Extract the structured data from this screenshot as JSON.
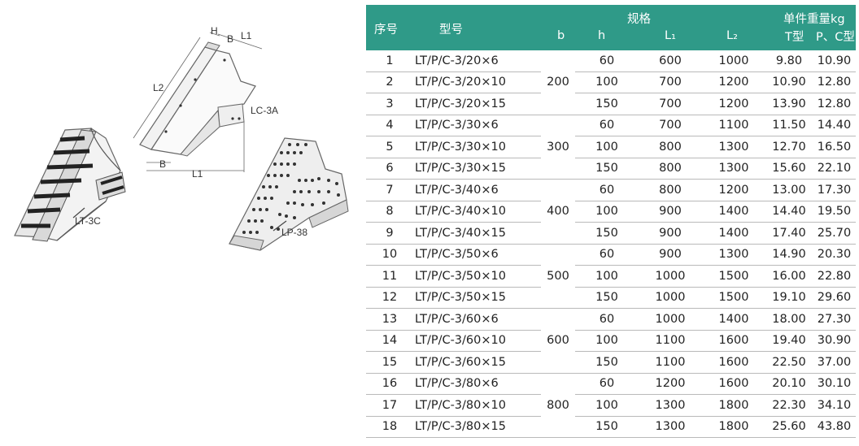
{
  "figure": {
    "labels": {
      "h": "H",
      "b_top": "B",
      "l1_top": "L1",
      "l2": "L2",
      "b_bottom": "B",
      "l1_bottom": "L1",
      "lc": "LC-3A",
      "lt": "LT-3C",
      "lp": "LP-38"
    }
  },
  "table": {
    "header": {
      "no": "序号",
      "model": "型号",
      "spec": "规格",
      "b": "b",
      "h": "h",
      "l1": "L₁",
      "l2": "L₂",
      "weight": "单件重量kg",
      "t_type": "T型",
      "pc_type": "P、C型"
    },
    "groups": [
      {
        "b": "200",
        "rows": [
          {
            "no": "1",
            "model": "LT/P/C-3/20×6",
            "h": "60",
            "l1": "600",
            "l2": "1000",
            "t": "9.80",
            "pc": "10.90"
          },
          {
            "no": "2",
            "model": "LT/P/C-3/20×10",
            "h": "100",
            "l1": "700",
            "l2": "1200",
            "t": "10.90",
            "pc": "12.80"
          },
          {
            "no": "3",
            "model": "LT/P/C-3/20×15",
            "h": "150",
            "l1": "700",
            "l2": "1200",
            "t": "13.90",
            "pc": "12.80"
          }
        ]
      },
      {
        "b": "300",
        "rows": [
          {
            "no": "4",
            "model": "LT/P/C-3/30×6",
            "h": "60",
            "l1": "700",
            "l2": "1100",
            "t": "11.50",
            "pc": "14.40"
          },
          {
            "no": "5",
            "model": "LT/P/C-3/30×10",
            "h": "100",
            "l1": "800",
            "l2": "1300",
            "t": "12.70",
            "pc": "16.50"
          },
          {
            "no": "6",
            "model": "LT/P/C-3/30×15",
            "h": "150",
            "l1": "800",
            "l2": "1300",
            "t": "15.60",
            "pc": "22.10"
          }
        ]
      },
      {
        "b": "400",
        "rows": [
          {
            "no": "7",
            "model": "LT/P/C-3/40×6",
            "h": "60",
            "l1": "800",
            "l2": "1200",
            "t": "13.00",
            "pc": "17.30"
          },
          {
            "no": "8",
            "model": "LT/P/C-3/40×10",
            "h": "100",
            "l1": "900",
            "l2": "1400",
            "t": "14.40",
            "pc": "19.50"
          },
          {
            "no": "9",
            "model": "LT/P/C-3/40×15",
            "h": "150",
            "l1": "900",
            "l2": "1400",
            "t": "17.40",
            "pc": "25.70"
          }
        ]
      },
      {
        "b": "500",
        "rows": [
          {
            "no": "10",
            "model": "LT/P/C-3/50×6",
            "h": "60",
            "l1": "900",
            "l2": "1300",
            "t": "14.90",
            "pc": "20.30"
          },
          {
            "no": "11",
            "model": "LT/P/C-3/50×10",
            "h": "100",
            "l1": "1000",
            "l2": "1500",
            "t": "16.00",
            "pc": "22.80"
          },
          {
            "no": "12",
            "model": "LT/P/C-3/50×15",
            "h": "150",
            "l1": "1000",
            "l2": "1500",
            "t": "19.10",
            "pc": "29.60"
          }
        ]
      },
      {
        "b": "600",
        "rows": [
          {
            "no": "13",
            "model": "LT/P/C-3/60×6",
            "h": "60",
            "l1": "1000",
            "l2": "1400",
            "t": "18.00",
            "pc": "27.30"
          },
          {
            "no": "14",
            "model": "LT/P/C-3/60×10",
            "h": "100",
            "l1": "1100",
            "l2": "1600",
            "t": "19.40",
            "pc": "30.90"
          },
          {
            "no": "15",
            "model": "LT/P/C-3/60×15",
            "h": "150",
            "l1": "1100",
            "l2": "1600",
            "t": "22.50",
            "pc": "37.00"
          }
        ]
      },
      {
        "b": "800",
        "rows": [
          {
            "no": "16",
            "model": "LT/P/C-3/80×6",
            "h": "60",
            "l1": "1200",
            "l2": "1600",
            "t": "20.10",
            "pc": "30.10"
          },
          {
            "no": "17",
            "model": "LT/P/C-3/80×10",
            "h": "100",
            "l1": "1300",
            "l2": "1800",
            "t": "22.30",
            "pc": "34.10"
          },
          {
            "no": "18",
            "model": "LT/P/C-3/80×15",
            "h": "150",
            "l1": "1300",
            "l2": "1800",
            "t": "25.60",
            "pc": "43.80"
          }
        ]
      }
    ]
  }
}
